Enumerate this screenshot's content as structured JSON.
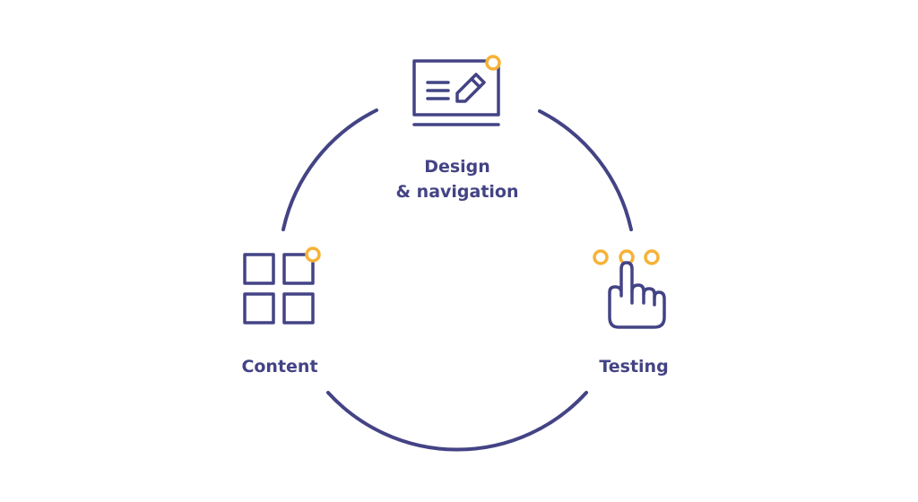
{
  "colors": {
    "primary": "#434385",
    "accent": "#f7b236",
    "background": "#ffffff"
  },
  "nodes": [
    {
      "id": "design",
      "icon": "monitor-pen-icon",
      "label_line1": "Design",
      "label_line2": "& navigation"
    },
    {
      "id": "content",
      "icon": "grid-blocks-icon",
      "label": "Content"
    },
    {
      "id": "testing",
      "icon": "pointer-hand-icon",
      "label": "Testing"
    }
  ],
  "cycle": {
    "shape": "circle",
    "segments": 3
  }
}
